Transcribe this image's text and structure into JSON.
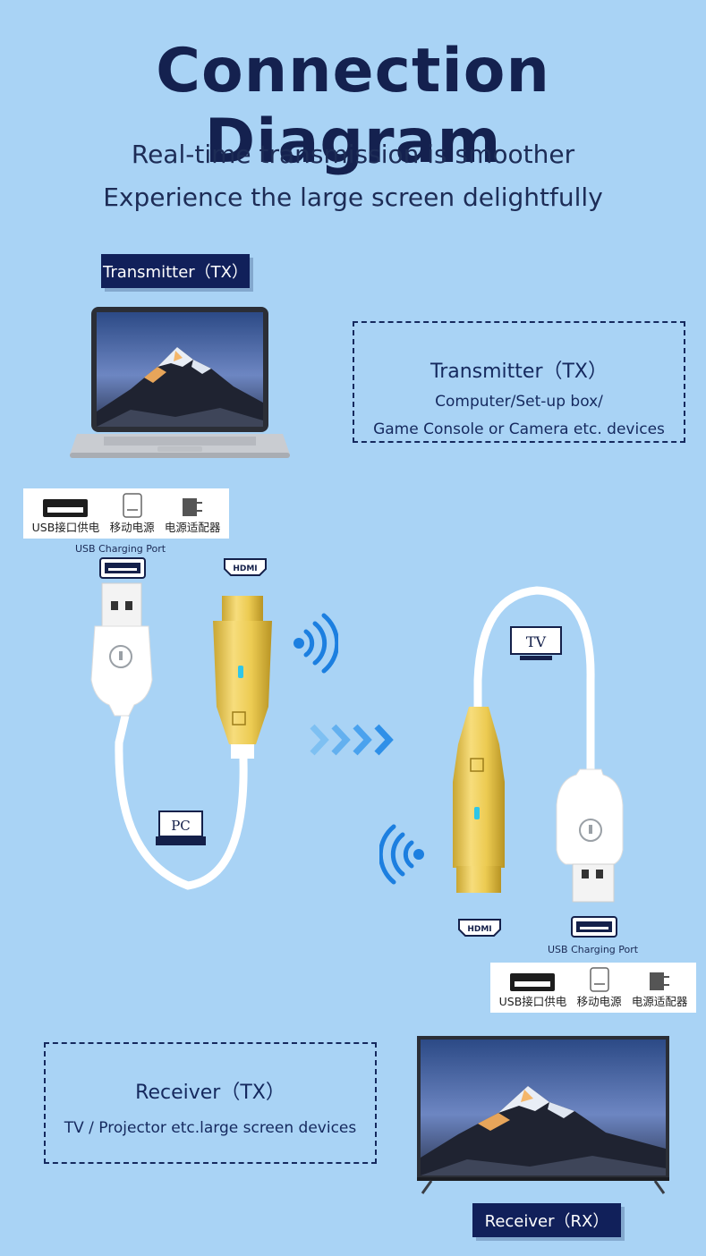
{
  "title": "Connection Diagram",
  "subtitle_lines": [
    "Real-time transmission is smoother",
    "Experience the large screen delightfully"
  ],
  "transmitter_tag": "Transmitter（TX）",
  "tx_box": {
    "title": "Transmitter（TX）",
    "line1": "Computer/Set-up box/",
    "line2": "Game Console or Camera etc. devices"
  },
  "power_options": {
    "usb": "USB接口供电",
    "mobile": "移动电源",
    "adapter": "电源适配器"
  },
  "usb_charging_port": "USB Charging Port",
  "hdmi_tag": "HDMI",
  "pc_label": "PC",
  "tv_label": "TV",
  "rx_box": {
    "title": "Receiver（TX）",
    "line1": "TV / Projector etc.large screen devices"
  },
  "receiver_tag": "Receiver（RX）",
  "colors": {
    "background": "#a9d3f5",
    "navy": "#11205a",
    "signal_blue": "#1c7fe0",
    "gold": "#f0cf5a"
  }
}
